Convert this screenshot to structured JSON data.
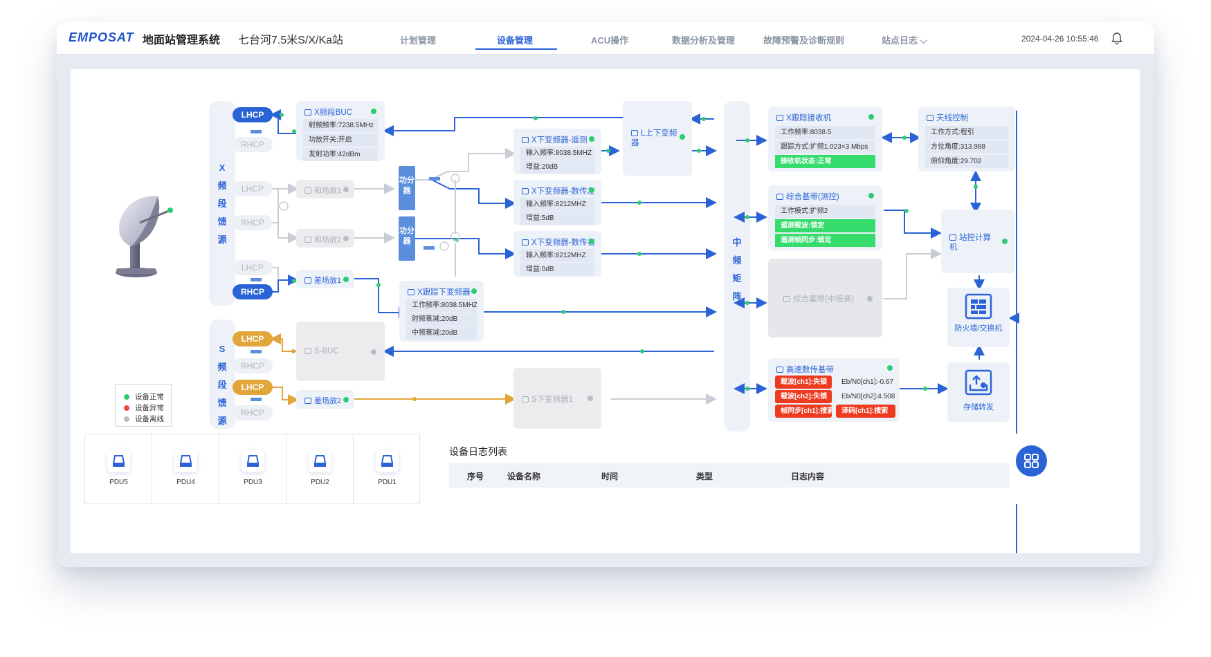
{
  "header": {
    "logo": "EMPOSAT",
    "system_title": "地面站管理系统",
    "station": "七台河7.5米S/X/Ka站",
    "nav": [
      {
        "label": "计划管理"
      },
      {
        "label": "设备管理",
        "active": true
      },
      {
        "label": "ACU操作"
      },
      {
        "label": "数据分析及管理"
      },
      {
        "label": "故障预警及诊断规则"
      },
      {
        "label": "站点日志 ⌵"
      }
    ],
    "datetime": "2024-04-26 10:55:46"
  },
  "colors": {
    "primary": "#2a63d6",
    "normal": "#2ecc71",
    "error": "#e74c3c",
    "offline": "#b8bec8",
    "s_band": "#e2a53a",
    "alert": "#ee3a1f",
    "ok_row": "#35dc6b"
  },
  "feeds": {
    "x_label": "X频段馈源",
    "s_label": "S频段馈源",
    "x_badges": [
      "LHCP",
      "RHCP",
      "LHCP",
      "RHCP",
      "LHCP",
      "RHCP"
    ],
    "s_badges": [
      "LHCP",
      "RHCP",
      "LHCP",
      "RHCP"
    ]
  },
  "splitter_label": "功分器",
  "nodes": {
    "x_buc": {
      "title": "X频段BUC",
      "rows": [
        "射频频率:7238.5MHz",
        "功放开关:开启",
        "发射功率:42dBm"
      ]
    },
    "hef1": {
      "title": "和场放1"
    },
    "hef2": {
      "title": "和场放2"
    },
    "cf1": {
      "title": "差场放1"
    },
    "cf2": {
      "title": "差场放2"
    },
    "sbuc": {
      "title": "S-BUC"
    },
    "xdc_tc": {
      "title": "X下变频器-遥测",
      "rows": [
        "输入频率:8038.5MHZ",
        "增益:20dB"
      ]
    },
    "xdc_dl": {
      "title": "X下变频器-数传左",
      "rows": [
        "输入频率:8212MHZ",
        "增益:5dB"
      ]
    },
    "xdc_dr": {
      "title": "X下变频器-数传右",
      "rows": [
        "输入频率:8212MHZ",
        "增益:0dB"
      ]
    },
    "xtrack_dc": {
      "title": "X跟踪下变频器",
      "rows": [
        "工作频率:8038.5MHZ",
        "射频衰减:20dB",
        "中频衰减:20dB"
      ]
    },
    "s_dc1": {
      "title": "S下变频器1"
    },
    "l_updown": {
      "title": "L上下变频器"
    },
    "if_matrix": {
      "title": "中频矩阵"
    },
    "xtrack_rx": {
      "title": "X跟踪接收机",
      "rows": [
        "工作频率:8038.5",
        "跟踪方式:扩频1.023×3 Mbps"
      ],
      "status": "接收机状态:正常"
    },
    "antenna": {
      "title": "天线控制",
      "rows": [
        "工作方式:程引",
        "方位角度:313.988",
        "俯仰角度:29.702"
      ]
    },
    "baseband_tc": {
      "title": "综合基带(测控)",
      "rows": [
        "工作模式:扩频2"
      ],
      "status": [
        "遥测载波:锁定",
        "遥测帧同步:锁定"
      ]
    },
    "baseband_low": {
      "title": "综合基带(中低速)"
    },
    "station_pc": {
      "title": "站控计算机"
    },
    "firewall": {
      "title": "防火墙/交换机"
    },
    "storage": {
      "title": "存储转发"
    },
    "hs_baseband": {
      "title": "高速数传基带",
      "alerts": [
        "载波[ch1]:失锁",
        "载波[ch2]:失锁",
        "帧同步[ch1]:搜索",
        "译码[ch1]:搜索"
      ],
      "ebno": [
        "Eb/N0[ch1]:-0.67",
        "Eb/N0[ch2]:4.508"
      ]
    }
  },
  "legend": [
    "设备正常",
    "设备异常",
    "设备离线"
  ],
  "pdus": [
    "PDU5",
    "PDU4",
    "PDU3",
    "PDU2",
    "PDU1"
  ],
  "log": {
    "title": "设备日志列表",
    "columns": [
      "序号",
      "设备名称",
      "时间",
      "类型",
      "日志内容"
    ]
  }
}
